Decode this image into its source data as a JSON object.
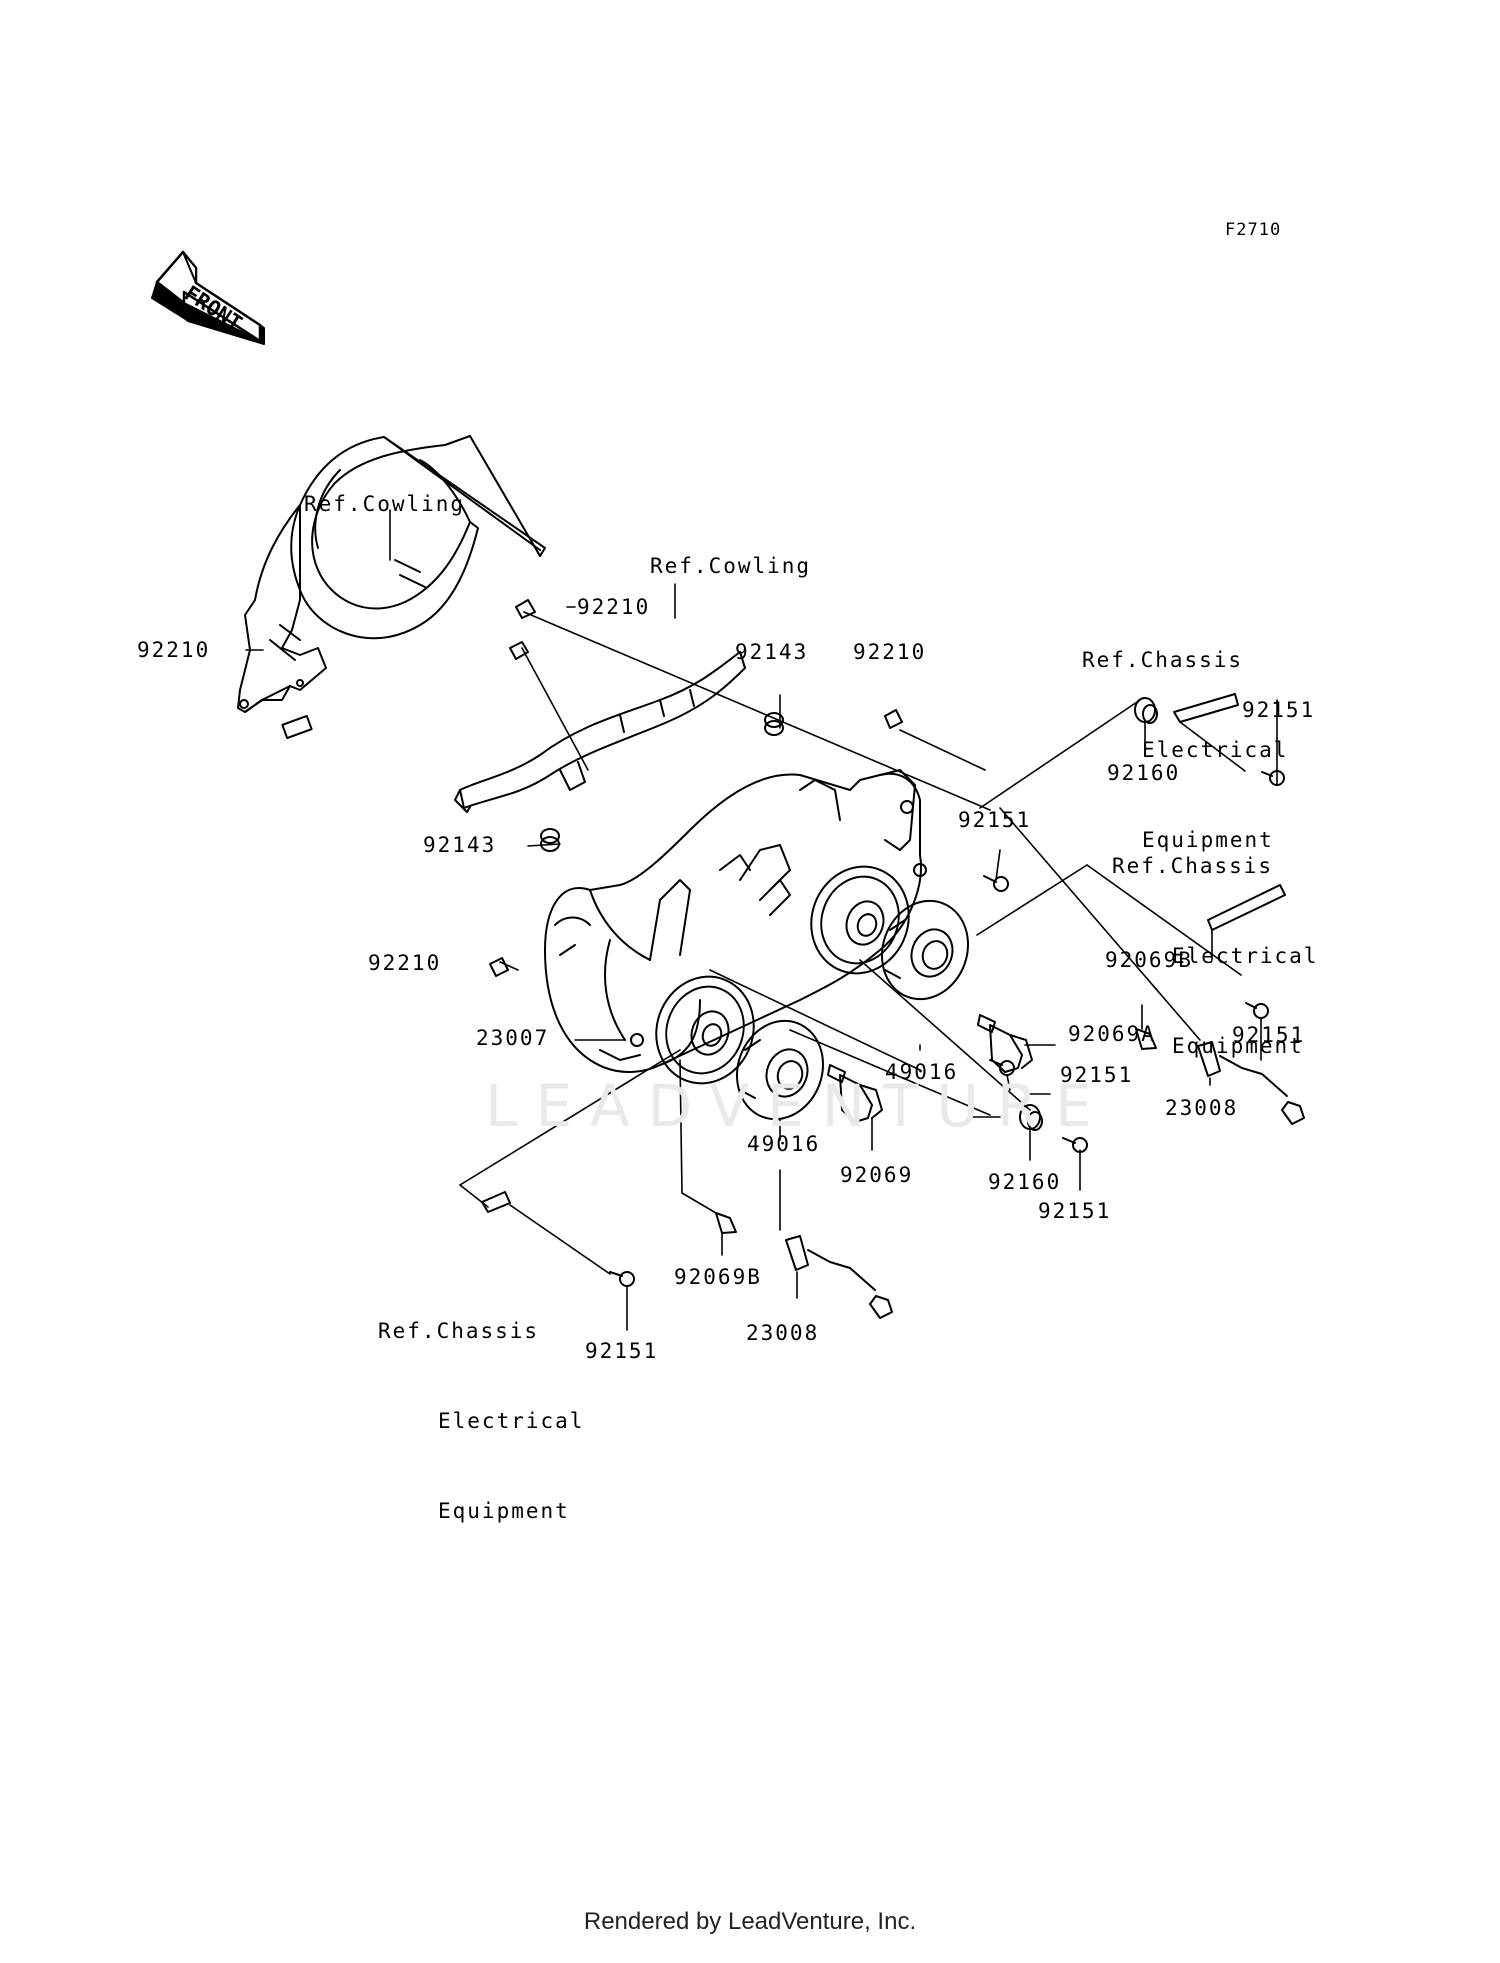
{
  "figure_code": "F2710",
  "front_arrow": {
    "label": "FRONT",
    "icon": "front-direction-arrow-icon"
  },
  "references": {
    "cowling_left": "Ref.Cowling",
    "cowling_center": "Ref.Cowling",
    "chassis_top": [
      "Ref.Chassis",
      "Electrical",
      "Equipment"
    ],
    "chassis_mid": [
      "Ref.Chassis",
      "Electrical",
      "Equipment"
    ],
    "chassis_bottom": [
      "Ref.Chassis",
      "Electrical",
      "Equipment"
    ]
  },
  "part_labels": {
    "p92210_a": "92210",
    "p92210_b": "92210",
    "p92210_c": "92210",
    "p92210_d": "92210",
    "p92143_a": "92143",
    "p92143_b": "92143",
    "p92151_a": "92151",
    "p92151_b": "92151",
    "p92151_c": "92151",
    "p92151_d": "92151",
    "p92151_e": "92151",
    "p92151_f": "92151",
    "p92160_a": "92160",
    "p92160_b": "92160",
    "p92069B_a": "92069B",
    "p92069B_b": "92069B",
    "p92069A": "92069A",
    "p92069": "92069",
    "p49016_a": "49016",
    "p49016_b": "49016",
    "p23007": "23007",
    "p23008_a": "23008",
    "p23008_b": "23008"
  },
  "watermark": "LEADVENTURE",
  "footer": "Rendered by LeadVenture, Inc."
}
